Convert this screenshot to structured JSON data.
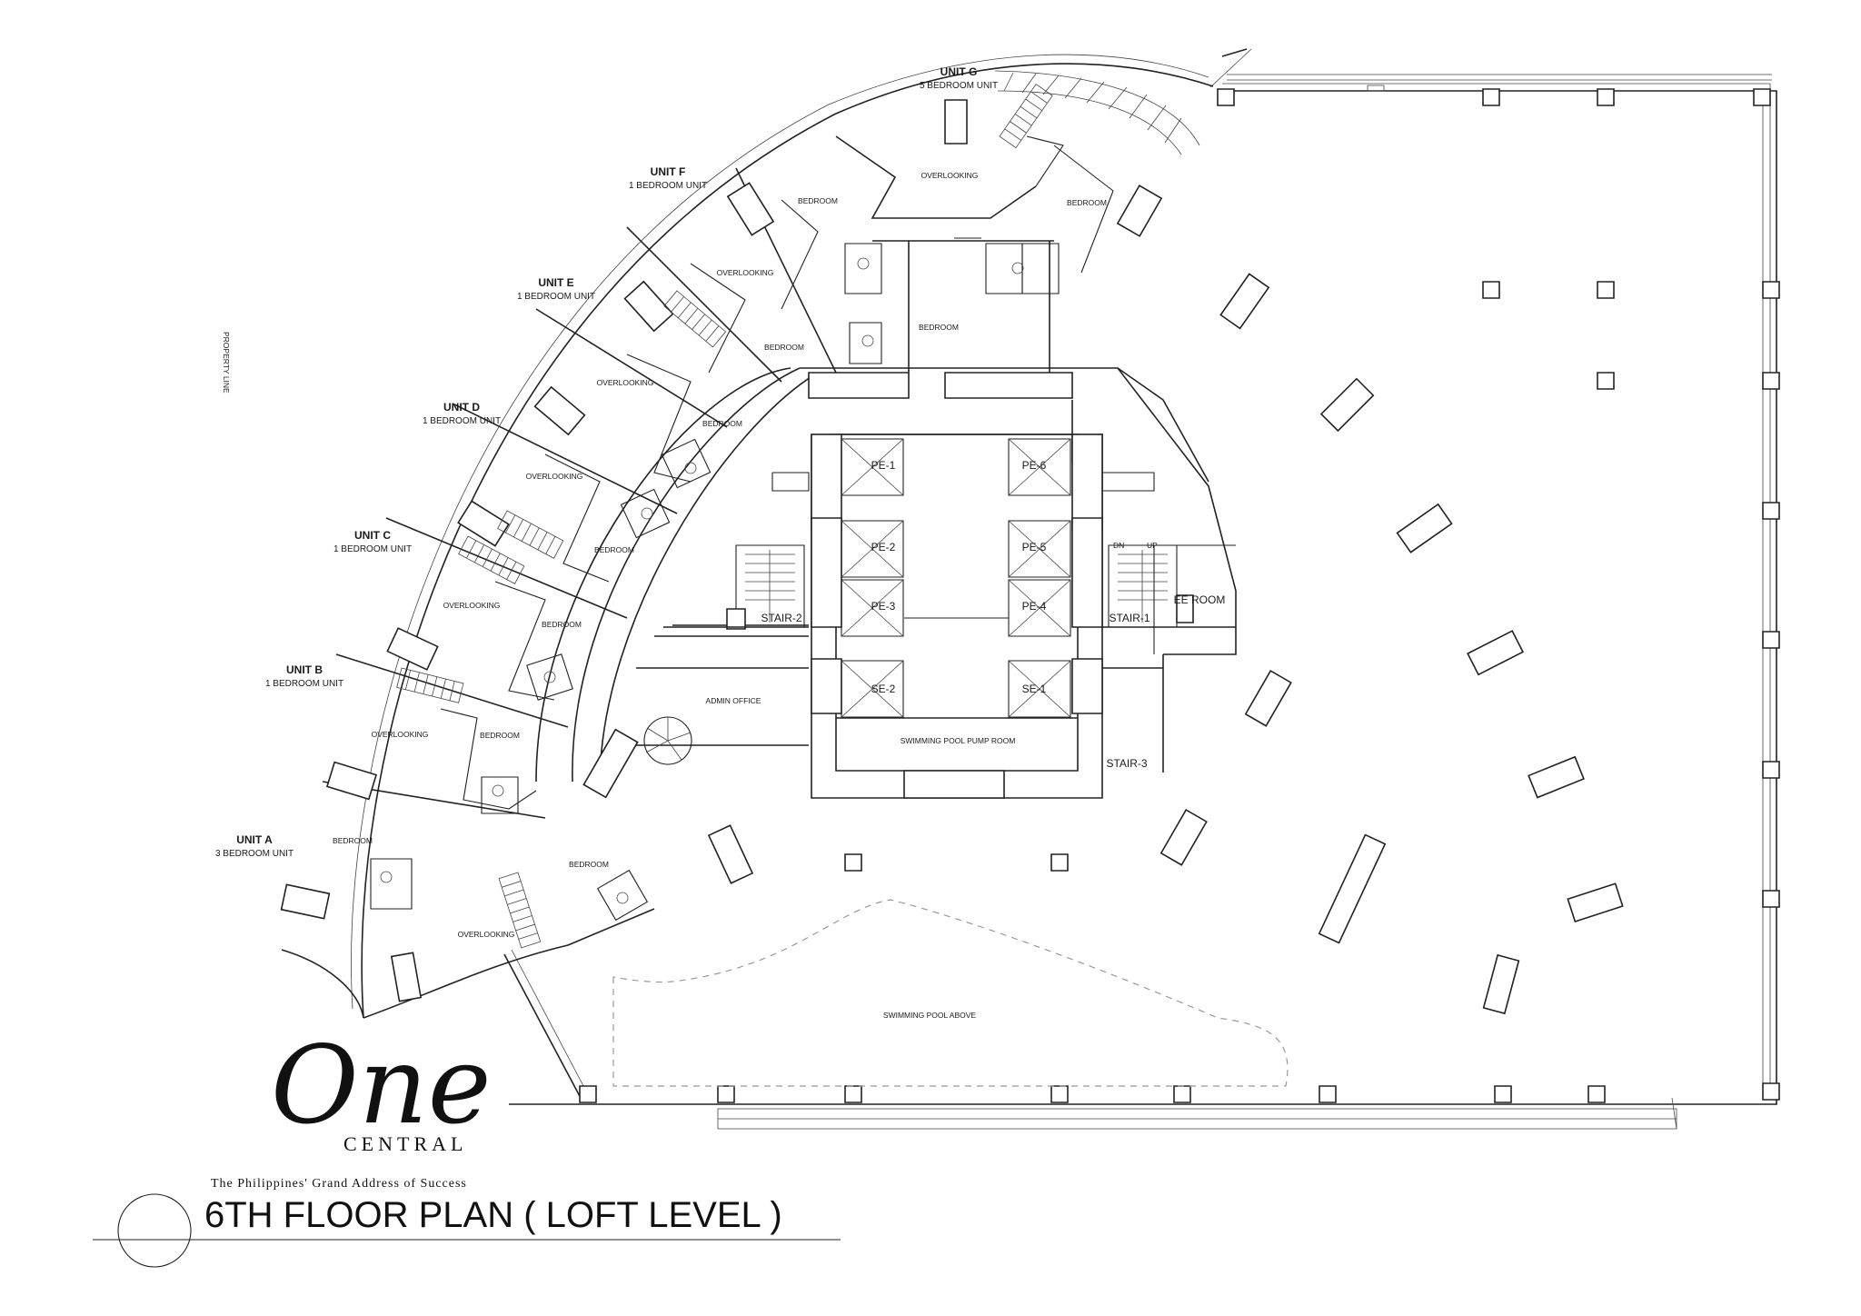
{
  "title": "6TH  FLOOR PLAN ( LOFT LEVEL )",
  "brand": {
    "logo_script": "One",
    "logo_word": "CENTRAL",
    "tagline": "The Philippines' Grand Address of Success"
  },
  "property_line": "PROPERTY LINE",
  "units": [
    {
      "name": "UNIT G",
      "type": "5 BEDROOM UNIT"
    },
    {
      "name": "UNIT F",
      "type": "1 BEDROOM UNIT"
    },
    {
      "name": "UNIT E",
      "type": "1 BEDROOM UNIT"
    },
    {
      "name": "UNIT D",
      "type": "1 BEDROOM UNIT"
    },
    {
      "name": "UNIT C",
      "type": "1 BEDROOM UNIT"
    },
    {
      "name": "UNIT B",
      "type": "1 BEDROOM UNIT"
    },
    {
      "name": "UNIT A",
      "type": "3 BEDROOM UNIT"
    }
  ],
  "rooms": {
    "overlooking": "OVERLOOKING",
    "bedroom": "BEDROOM",
    "admin_office": "ADMIN OFFICE",
    "pump_room": "SWIMMING POOL PUMP ROOM",
    "pool_above": "SWIMMING POOL ABOVE",
    "ee_room": "EE ROOM"
  },
  "elevators": [
    "PE-1",
    "PE-2",
    "PE-3",
    "PE-4",
    "PE-5",
    "PE-6",
    "SE-1",
    "SE-2"
  ],
  "stairs": [
    "STAIR-1",
    "STAIR-2",
    "STAIR-3"
  ],
  "stair_marks": {
    "dn": "DN",
    "up": "UP"
  }
}
